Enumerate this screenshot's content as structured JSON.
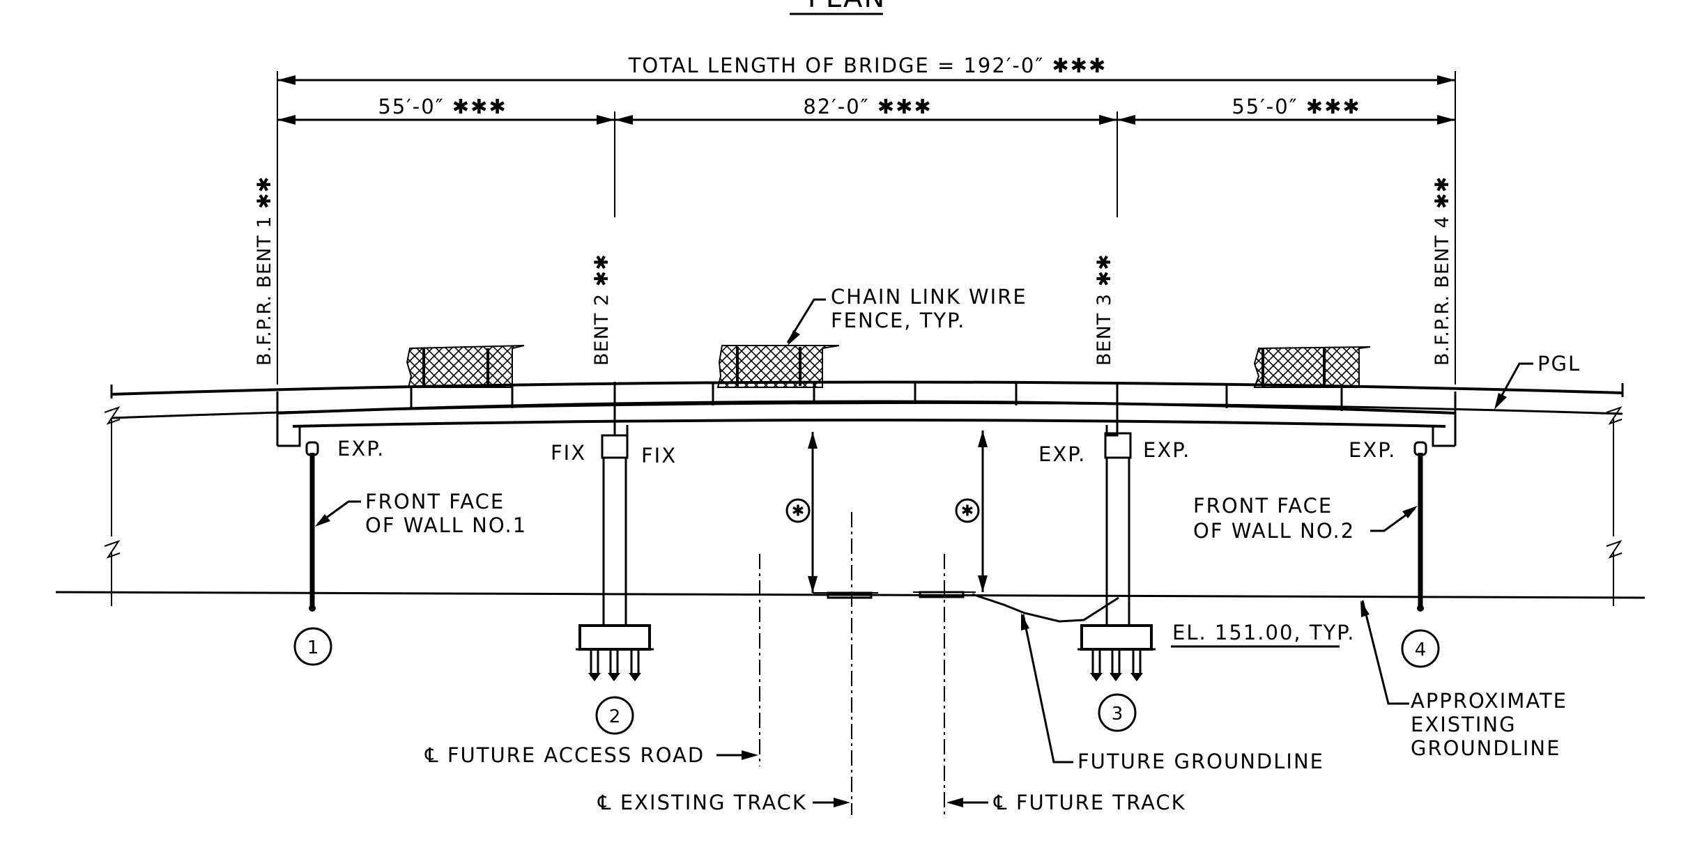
{
  "title": "PLAN",
  "dimensions": {
    "total": "TOTAL LENGTH OF BRIDGE = 192′-0″ ✱✱✱",
    "span1": "55′-0″ ✱✱✱",
    "span2": "82′-0″ ✱✱✱",
    "span3": "55′-0″ ✱✱✱"
  },
  "bents": {
    "bent1": "B.F.P.R. BENT 1 ✱✱",
    "bent2": "BENT 2 ✱✱",
    "bent3": "BENT 3 ✱✱",
    "bent4": "B.F.P.R. BENT 4 ✱✱"
  },
  "bearings": {
    "b1": "EXP.",
    "b2_left": "FIX",
    "b2_right": "FIX",
    "b3_left": "EXP.",
    "b3_right": "EXP.",
    "b4": "EXP."
  },
  "annotations": {
    "fence_line1": "CHAIN LINK WIRE",
    "fence_line2": "FENCE, TYP.",
    "pgl": "PGL",
    "wall1_line1": "FRONT FACE",
    "wall1_line2": "OF WALL NO.1",
    "wall2_line1": "FRONT FACE",
    "wall2_line2": "OF WALL NO.2",
    "elevation": "EL. 151.00, TYP.",
    "clearance_mark": "✱",
    "future_groundline": "FUTURE GROUNDLINE",
    "existing_groundline_1": "APPROXIMATE",
    "existing_groundline_2": "EXISTING",
    "existing_groundline_3": "GROUNDLINE",
    "access_road": "℄ FUTURE ACCESS ROAD",
    "existing_track": "℄ EXISTING TRACK",
    "future_track": "℄ FUTURE TRACK"
  },
  "bent_numbers": [
    "1",
    "2",
    "3",
    "4"
  ]
}
